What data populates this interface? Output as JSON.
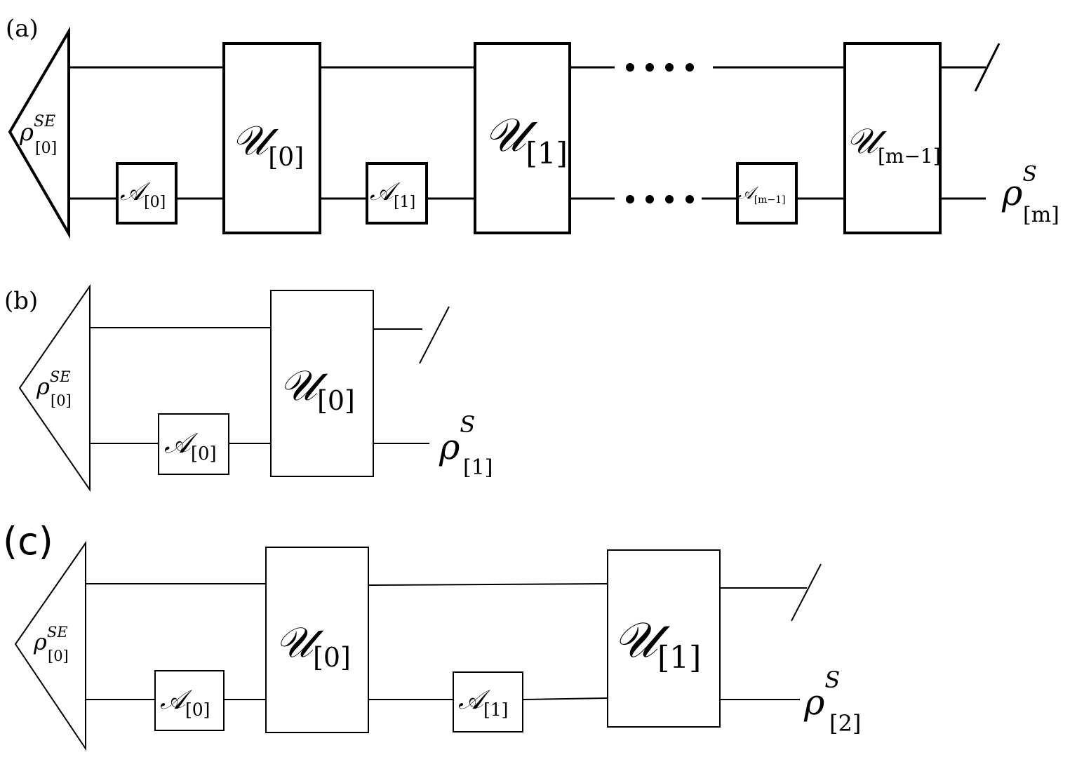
{
  "panels": [
    {
      "label": "(a)",
      "state": {
        "symbol": "ρ",
        "sup": "SE",
        "sub": "[0]"
      },
      "unitaries": [
        {
          "symbol": "𝒰",
          "sub": "[0]"
        },
        {
          "symbol": "𝒰",
          "sub": "[1]"
        },
        {
          "symbol": "𝒰",
          "sub": "[m−1]"
        }
      ],
      "maps": [
        {
          "symbol": "𝒜",
          "sub": "[0]"
        },
        {
          "symbol": "𝒜",
          "sub": "[1]"
        },
        {
          "symbol": "𝒜",
          "sub": "[m−1]"
        }
      ],
      "output": {
        "symbol": "ρ",
        "sup": "S",
        "sub": "[m]"
      }
    },
    {
      "label": "(b)",
      "state": {
        "symbol": "ρ",
        "sup": "SE",
        "sub": "[0]"
      },
      "unitaries": [
        {
          "symbol": "𝒰",
          "sub": "[0]"
        }
      ],
      "maps": [
        {
          "symbol": "𝒜",
          "sub": "[0]"
        }
      ],
      "output": {
        "symbol": "ρ",
        "sup": "S",
        "sub": "[1]"
      }
    },
    {
      "label": "(c)",
      "state": {
        "symbol": "ρ",
        "sup": "SE",
        "sub": "[0]"
      },
      "unitaries": [
        {
          "symbol": "𝒰",
          "sub": "[0]"
        },
        {
          "symbol": "𝒰",
          "sub": "[1]"
        }
      ],
      "maps": [
        {
          "symbol": "𝒜",
          "sub": "[0]"
        },
        {
          "symbol": "𝒜",
          "sub": "[1]"
        }
      ],
      "output": {
        "symbol": "ρ",
        "sup": "S",
        "sub": "[2]"
      }
    }
  ]
}
